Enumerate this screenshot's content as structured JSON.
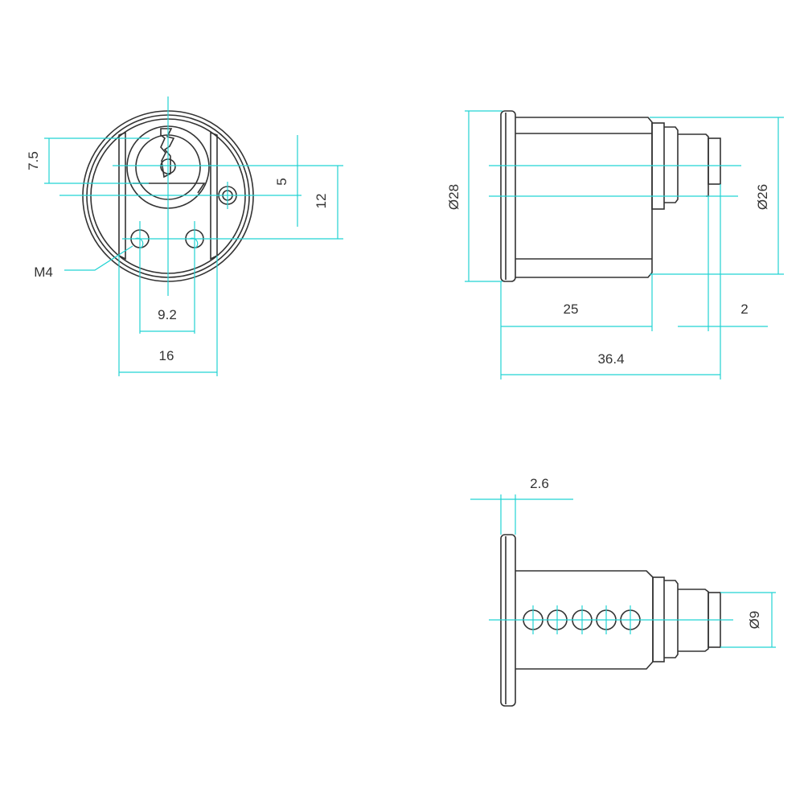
{
  "drawing": {
    "colors": {
      "outline": "#333333",
      "dimension": "#22d3d3",
      "background": "#ffffff"
    },
    "front_view": {
      "dim_key_height": "7.5",
      "dim_offset": "5",
      "dim_hole_vertical": "12",
      "dim_hole_spacing": "9.2",
      "dim_plate_width": "16",
      "thread_callout": "M4"
    },
    "side_view": {
      "dim_flange_diameter": "Ø28",
      "dim_body_diameter": "Ø26",
      "dim_body_length": "25",
      "dim_tip_length": "2",
      "dim_overall_length": "36.4"
    },
    "bottom_view": {
      "dim_flange_thickness": "2.6",
      "dim_tip_diameter": "Ø9"
    }
  }
}
